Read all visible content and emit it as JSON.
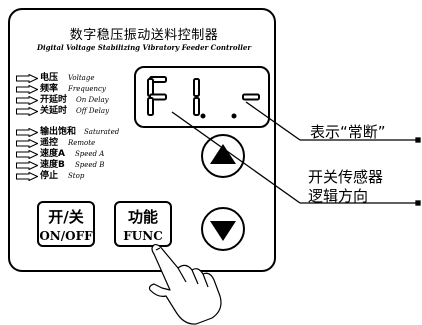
{
  "title": {
    "cn": "数字稳压振动送料控制器",
    "en": "Digital Voltage Stabilizing Vibratory Feeder Controller"
  },
  "indicators_top": [
    {
      "cn": "电压",
      "en": "Voltage"
    },
    {
      "cn": "频率",
      "en": "Frequency"
    },
    {
      "cn": "开延时",
      "en": "On Delay"
    },
    {
      "cn": "关延时",
      "en": "Off Delay"
    }
  ],
  "indicators_bottom": [
    {
      "cn": "输出饱和",
      "en": "Saturated"
    },
    {
      "cn": "遥控",
      "en": "Remote"
    },
    {
      "cn": "速度A",
      "en": "Speed A"
    },
    {
      "cn": "速度B",
      "en": "Speed B"
    },
    {
      "cn": "停止",
      "en": "Stop"
    }
  ],
  "display": {
    "reading": "F1.-",
    "digits": [
      "F",
      "1",
      "",
      "-"
    ],
    "decimal_points_lit": [
      false,
      true,
      true,
      false
    ]
  },
  "buttons": {
    "onoff": {
      "cn": "开/关",
      "en": "ON/OFF"
    },
    "func": {
      "cn": "功能",
      "en": "FUNC"
    },
    "up_icon": "up-triangle-icon",
    "down_icon": "down-triangle-icon"
  },
  "callouts": {
    "normally_off": "表示“常断”",
    "switch_sensor_line1": "开关传感器",
    "switch_sensor_line2": "逻辑方向"
  },
  "colors": {
    "ink": "#000000",
    "background": "#ffffff"
  }
}
